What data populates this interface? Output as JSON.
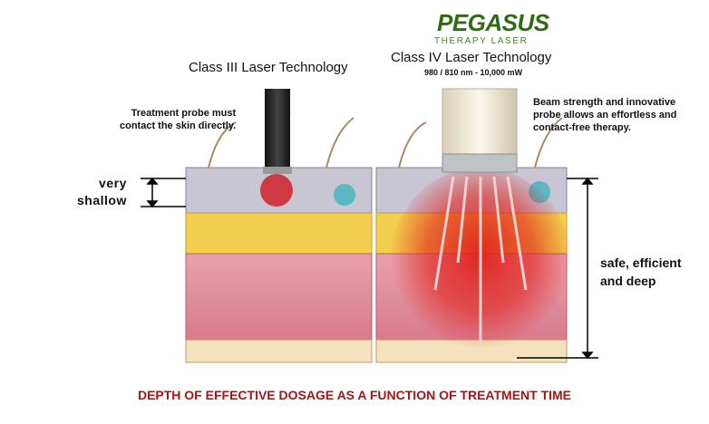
{
  "logo": {
    "name": "PEGASUS",
    "subtitle": "THERAPY LASER"
  },
  "left_panel": {
    "title": "Class III Laser Technology",
    "note_line1": "Treatment probe must",
    "note_line2": "contact the skin directly.",
    "depth_label_line1": "very",
    "depth_label_line2": "shallow"
  },
  "right_panel": {
    "title": "Class IV Laser Technology",
    "specs": "980 / 810 nm  -  10,000 mW",
    "note_line1": "Beam strength and innovative",
    "note_line2": "probe allows an effortless and",
    "note_line3": "contact-free therapy.",
    "depth_label_line1": "safe, efficient",
    "depth_label_line2": "and deep"
  },
  "caption": "DEPTH OF EFFECTIVE DOSAGE AS A FUNCTION OF TREATMENT TIME",
  "colors": {
    "brand": "#2f6b12",
    "caption": "#a01818",
    "laser": "#e0201a"
  }
}
